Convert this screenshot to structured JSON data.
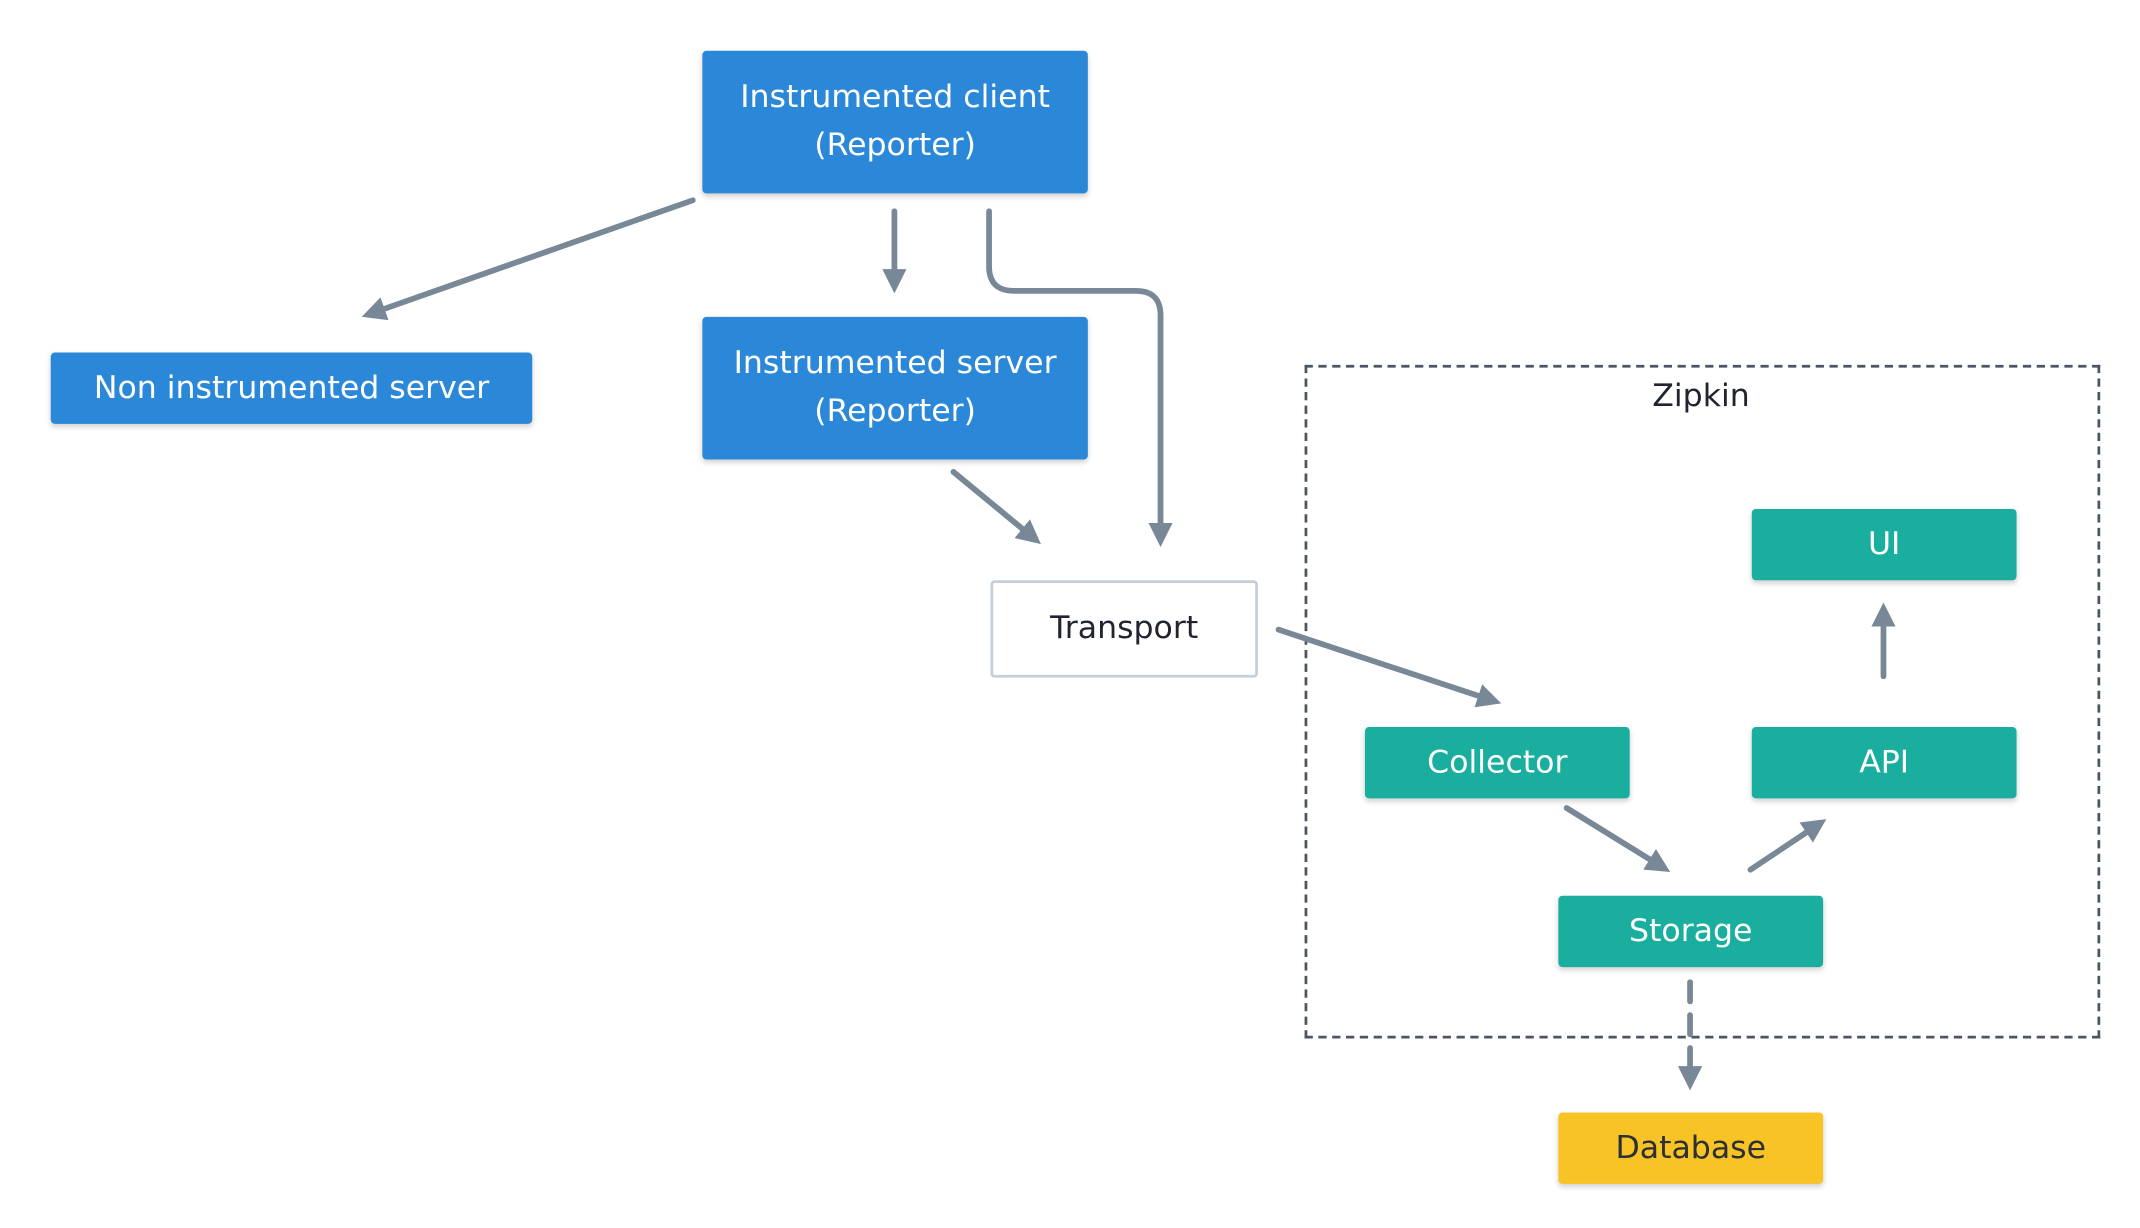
{
  "colors": {
    "reporter": "#2b88d9",
    "zipkin_component": "#1aae9f",
    "database": "#f7c325",
    "edge": "#788896",
    "boundary": "#4b5563"
  },
  "nodes": {
    "instrumented_client": "Instrumented client\n(Reporter)",
    "non_instrumented_server": "Non instrumented server",
    "instrumented_server": "Instrumented server\n(Reporter)",
    "transport": "Transport",
    "zipkin_group": "Zipkin",
    "ui": "UI",
    "collector": "Collector",
    "api": "API",
    "storage": "Storage",
    "database": "Database"
  },
  "edges": [
    {
      "from": "instrumented_client",
      "to": "non_instrumented_server",
      "style": "solid"
    },
    {
      "from": "instrumented_client",
      "to": "instrumented_server",
      "style": "solid"
    },
    {
      "from": "instrumented_client",
      "to": "transport",
      "style": "solid"
    },
    {
      "from": "instrumented_server",
      "to": "transport",
      "style": "solid"
    },
    {
      "from": "transport",
      "to": "collector",
      "style": "solid"
    },
    {
      "from": "collector",
      "to": "storage",
      "style": "solid"
    },
    {
      "from": "storage",
      "to": "api",
      "style": "solid"
    },
    {
      "from": "api",
      "to": "ui",
      "style": "solid"
    },
    {
      "from": "storage",
      "to": "database",
      "style": "dashed"
    }
  ]
}
